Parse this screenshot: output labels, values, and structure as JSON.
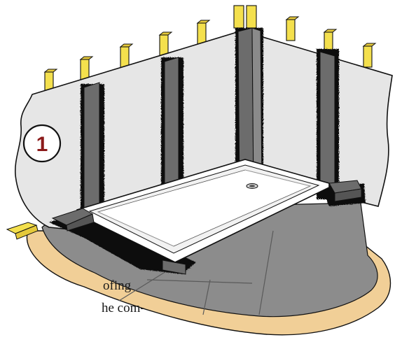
{
  "step": {
    "number": "1",
    "color": "#8b1a1a"
  },
  "caption": {
    "line1": "ofing",
    "line2": "he com-"
  },
  "colors": {
    "stud": "#f4e04d",
    "board": "#e6e6e6",
    "band": "#6c6c6c",
    "floor": "#8c8c8c",
    "subfloor": "#f1cf97",
    "tray": "#ffffff",
    "outline": "#111111"
  }
}
